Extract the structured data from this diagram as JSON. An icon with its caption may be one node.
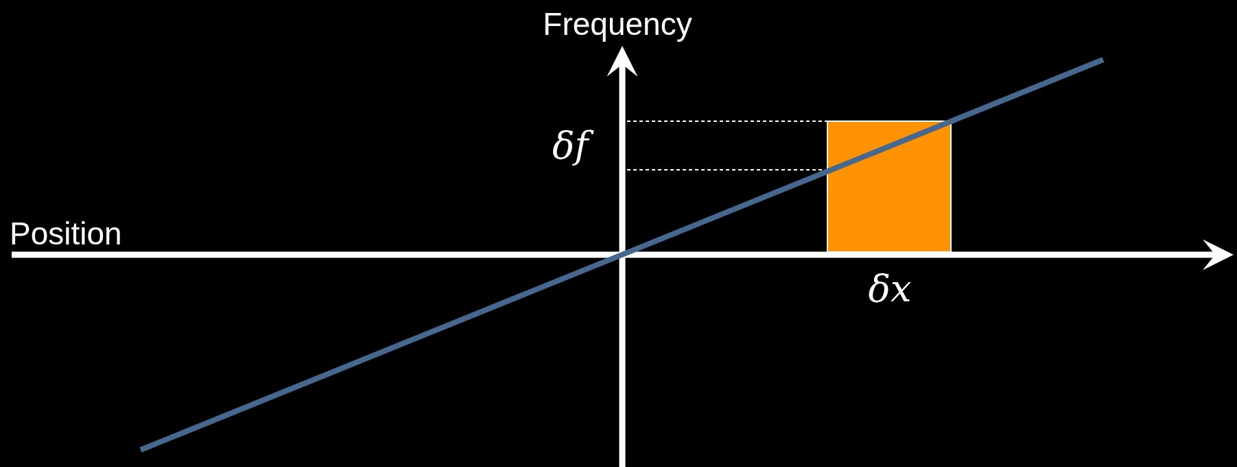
{
  "diagram": {
    "labels": [
      "Frequency",
      "Position",
      "δf",
      "δx"
    ]
  }
}
